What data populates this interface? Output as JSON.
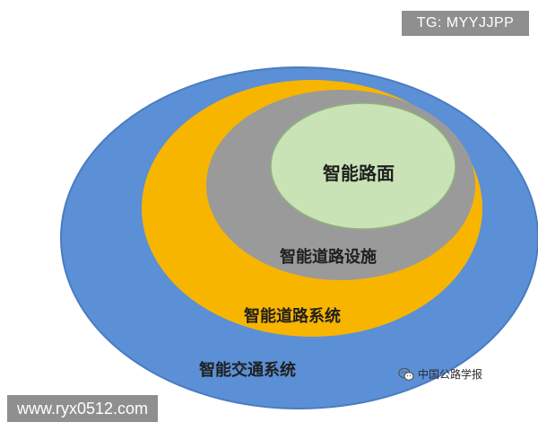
{
  "diagram": {
    "type": "nested-ellipses",
    "colors": {
      "outer": "#5b8fd6",
      "outer_stroke": "#4a7cc2",
      "second": "#f7b500",
      "third": "#9a9a9a",
      "inner": "#c9e3b6",
      "inner_stroke": "#8fb37a"
    },
    "layers": [
      {
        "label": "智能交通系统"
      },
      {
        "label": "智能道路系统"
      },
      {
        "label": "智能道路设施"
      },
      {
        "label": "智能路面"
      }
    ]
  },
  "watermarks": {
    "top_right": "TG: MYYJJPP",
    "bottom_left": "www.ryx0512.com"
  },
  "source": {
    "icon": "wechat-icon",
    "text": "中国公路学报"
  }
}
